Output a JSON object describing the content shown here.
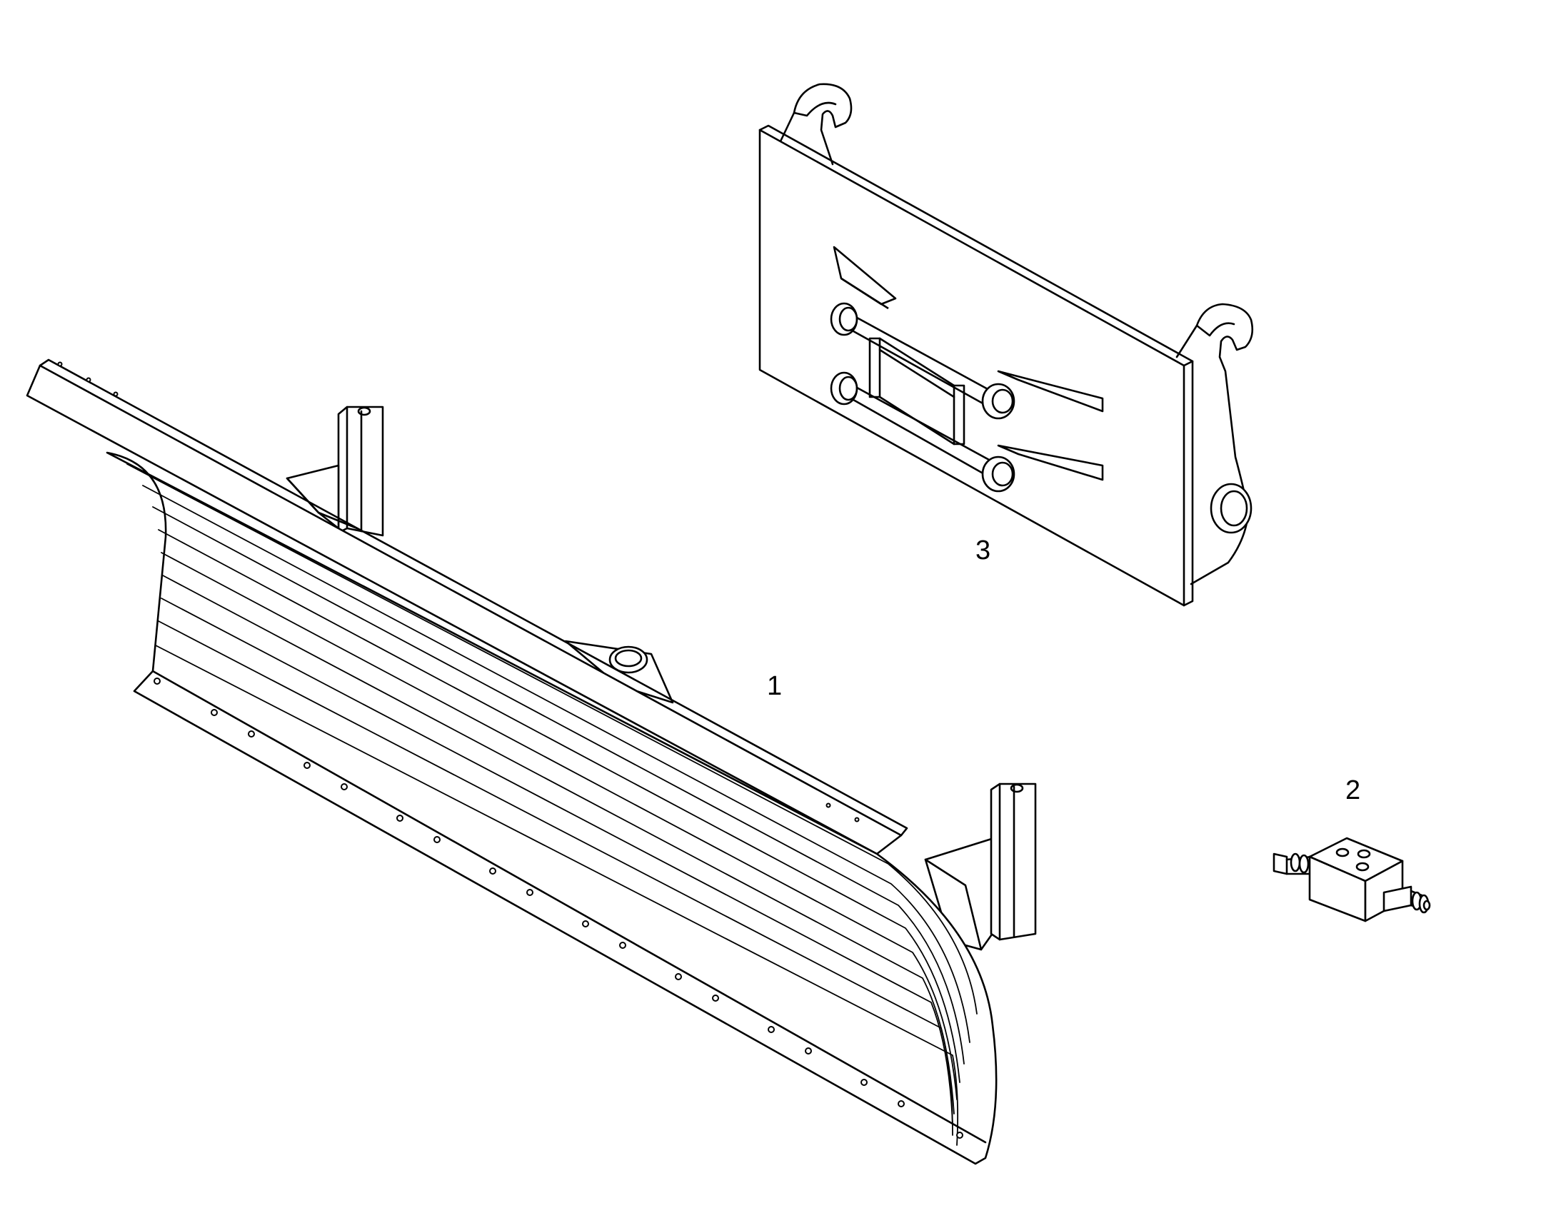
{
  "callouts": {
    "part_1": "1",
    "part_2": "2",
    "part_3": "3"
  },
  "parts": [
    {
      "number": "1",
      "part": "snow-plow-blade"
    },
    {
      "number": "2",
      "part": "hydraulic-valve-block"
    },
    {
      "number": "3",
      "part": "mounting-plate"
    }
  ]
}
